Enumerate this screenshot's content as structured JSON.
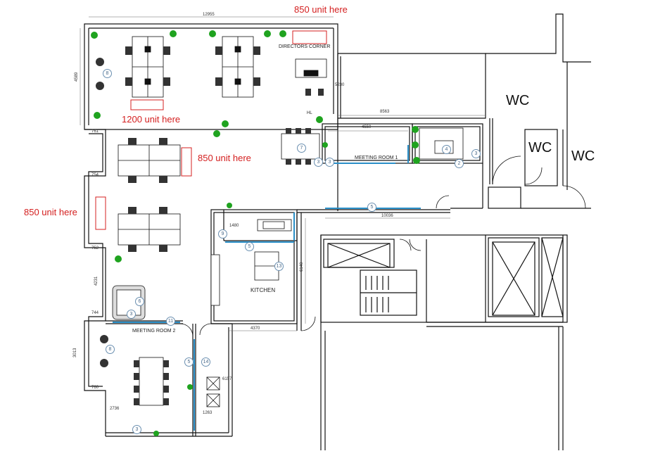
{
  "callouts": {
    "top_850": "850 unit here",
    "left_1200": "1200 unit here",
    "mid_850": "850 unit here",
    "left_850": "850 unit here"
  },
  "rooms": {
    "directors_corner": "DIRECTORS CORNER",
    "meeting_room_1": "MEETING ROOM 1",
    "meeting_room_2": "MEETING ROOM 2",
    "kitchen": "KITCHEN",
    "wc1": "WC",
    "wc2": "WC",
    "wc3": "WC",
    "hl": "HL"
  },
  "dimensions": {
    "top_width": "12955",
    "left_height": "4589",
    "right_5230": "5230",
    "d8563": "8563",
    "d4550": "4550",
    "d761": "761",
    "d754": "754",
    "d752": "752",
    "d4231": "4231",
    "d744": "744",
    "d3013": "3013",
    "d760": "760",
    "d2736": "2736",
    "d1263": "1263",
    "d6157": "6157",
    "d4370": "4370",
    "d10036": "10036",
    "d6140": "6140",
    "d1480": "1480"
  },
  "tags": {
    "t8a": "8",
    "t7": "7",
    "t3a": "3",
    "t3b": "3",
    "t4": "4",
    "t2": "2",
    "t3c": "3",
    "t5a": "5",
    "t9": "9",
    "t5b": "5",
    "t13": "13",
    "t6": "6",
    "t3d": "3",
    "t11": "11",
    "t8b": "8",
    "t5c": "5",
    "t14": "14",
    "t3e": "3"
  },
  "colors": {
    "wall": "#111111",
    "callout": "#d42020",
    "glass": "#2a8fc8",
    "plant": "#1fa31f"
  }
}
